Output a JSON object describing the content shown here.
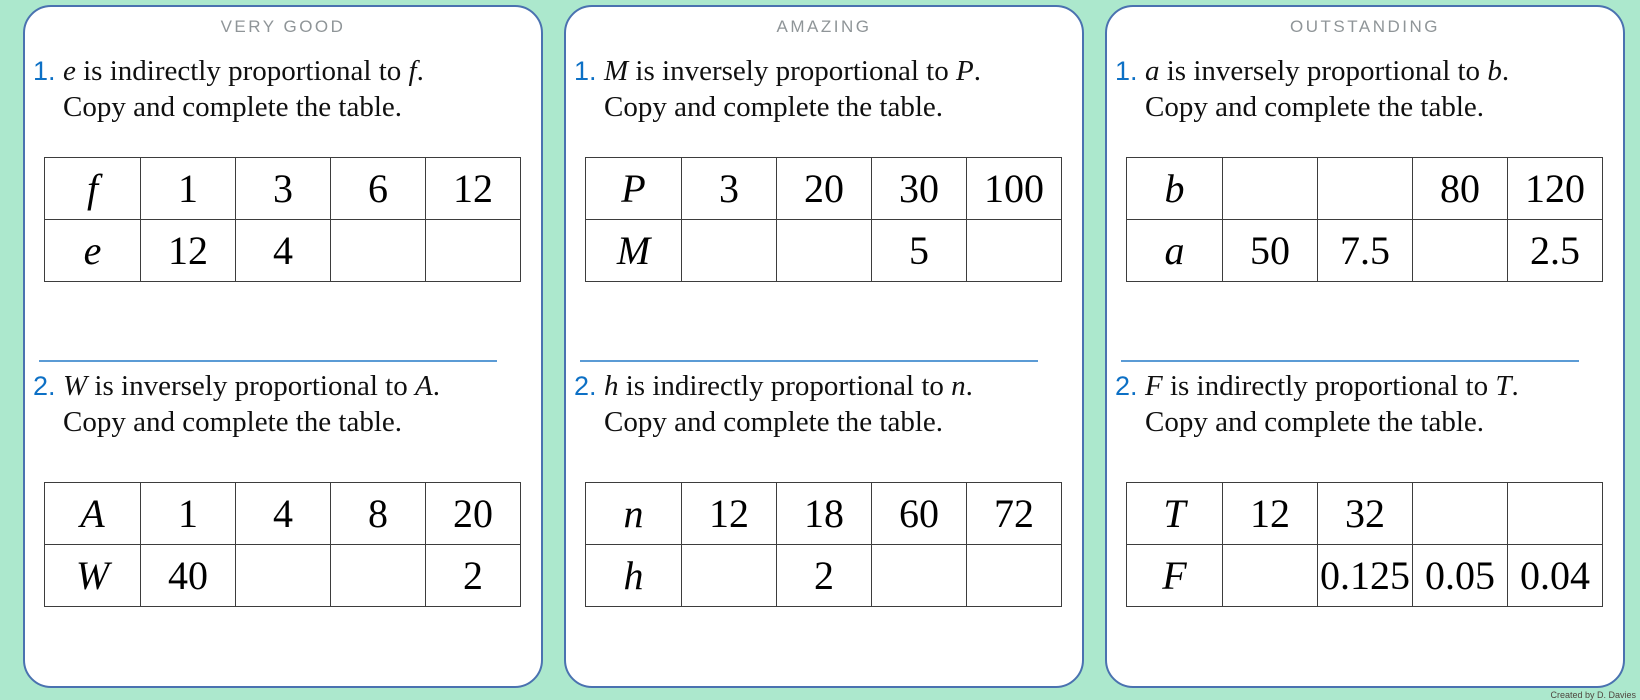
{
  "colors": {
    "background": "#ace8cd",
    "card_border": "#4a72b0",
    "divider": "#5b9bd5",
    "number_blue": "#0d70c5",
    "title_gray": "#8f9598",
    "table_border": "#3d3d3d",
    "credit_color": "#4f463f"
  },
  "footer": {
    "credit": "Created by D. Davies"
  },
  "panels": [
    {
      "title": "VERY GOOD",
      "questions": [
        {
          "number": "1.",
          "var1": "e",
          "statement": " is indirectly proportional to ",
          "var2": "f",
          "period": ".",
          "instruction": "Copy and complete the table.",
          "table": [
            {
              "label": "f",
              "values": [
                "1",
                "3",
                "6",
                "12"
              ]
            },
            {
              "label": "e",
              "values": [
                "12",
                "4",
                "",
                ""
              ]
            }
          ]
        },
        {
          "number": "2.",
          "var1": "W",
          "statement": " is inversely proportional to ",
          "var2": "A",
          "period": ".",
          "instruction": "Copy and complete the table.",
          "table": [
            {
              "label": "A",
              "values": [
                "1",
                "4",
                "8",
                "20"
              ]
            },
            {
              "label": "W",
              "values": [
                "40",
                "",
                "",
                "2"
              ]
            }
          ]
        }
      ]
    },
    {
      "title": "AMAZING",
      "questions": [
        {
          "number": "1.",
          "var1": "M",
          "statement": " is inversely proportional to ",
          "var2": "P",
          "period": ".",
          "instruction": "Copy and complete the table.",
          "table": [
            {
              "label": "P",
              "values": [
                "3",
                "20",
                "30",
                "100"
              ]
            },
            {
              "label": "M",
              "values": [
                "",
                "",
                "5",
                ""
              ]
            }
          ]
        },
        {
          "number": "2.",
          "var1": "h",
          "statement": " is indirectly proportional to ",
          "var2": "n",
          "period": ".",
          "instruction": "Copy and complete the table.",
          "table": [
            {
              "label": "n",
              "values": [
                "12",
                "18",
                "60",
                "72"
              ]
            },
            {
              "label": "h",
              "values": [
                "",
                "2",
                "",
                ""
              ]
            }
          ]
        }
      ]
    },
    {
      "title": "OUTSTANDING",
      "questions": [
        {
          "number": "1.",
          "var1": "a",
          "statement": " is inversely proportional to ",
          "var2": "b",
          "period": ".",
          "instruction": "Copy and complete the table.",
          "table": [
            {
              "label": "b",
              "values": [
                "",
                "",
                "80",
                "120"
              ]
            },
            {
              "label": "a",
              "values": [
                "50",
                "7.5",
                "",
                "2.5"
              ]
            }
          ]
        },
        {
          "number": "2.",
          "var1": "F",
          "statement": " is indirectly proportional to ",
          "var2": "T",
          "period": ".",
          "instruction": "Copy and complete the table.",
          "table": [
            {
              "label": "T",
              "values": [
                "12",
                "32",
                "",
                ""
              ]
            },
            {
              "label": "F",
              "values": [
                "",
                "0.125",
                "0.05",
                "0.04"
              ]
            }
          ]
        }
      ]
    }
  ]
}
